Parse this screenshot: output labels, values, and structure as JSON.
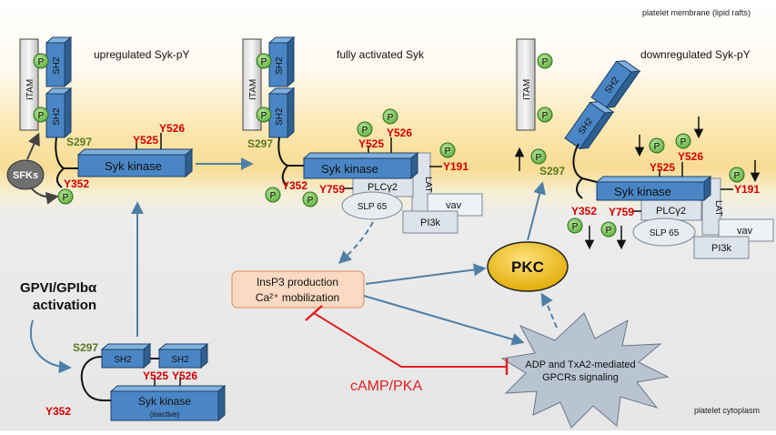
{
  "regions": {
    "membrane": "platelet membrane (lipid rafts)",
    "cytoplasm": "platelet cytoplasm"
  },
  "stages": {
    "upregulated": "upregulated Syk-pY",
    "activated": "fully activated Syk",
    "downregulated": "downregulated Syk-pY"
  },
  "labels": {
    "itam": "ITAM",
    "sh2": "SH2",
    "p": "P",
    "syk_kinase": "Syk kinase",
    "inactive": "(inactive)",
    "sfks": "SFKs",
    "lat": "LAT",
    "plcg2": "PLCγ2",
    "slp65": "SLP 65",
    "vav": "vav",
    "pi3k": "PI3k",
    "gpvi_line1": "GPVI/GPIbα",
    "gpvi_line2": "activation",
    "insp3_line1": "InsP3 production",
    "insp3_line2": "Ca²⁺ mobilization",
    "pkc": "PKC",
    "camp": "cAMP/PKA",
    "gpcr_line1": "ADP and TxA2-mediated",
    "gpcr_line2": "GPCRs signaling"
  },
  "residues": {
    "s297": "S297",
    "y352": "Y352",
    "y525": "Y525",
    "y526": "Y526",
    "y759": "Y759",
    "y191": "Y191"
  },
  "colors": {
    "syk_blue": "#4a86c5",
    "p_green": "#7cc35c",
    "pkc_yellow": "#f2c01e",
    "insp3_fill": "#fbd9c3",
    "arrow_blue": "#4f7fa6",
    "inhibit_red": "#e02020",
    "residue_red": "#d40000",
    "residue_green": "#5a7a20"
  }
}
